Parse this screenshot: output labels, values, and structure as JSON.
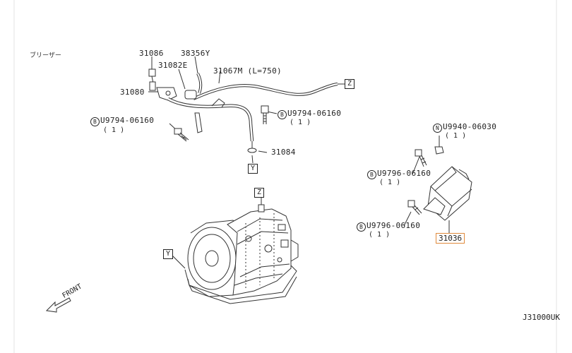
{
  "diagram": {
    "breather_label": "ブリーザー",
    "diagram_code": "J31000UK",
    "front_label": "FRONT",
    "parts": {
      "p31086": "31086",
      "p38356Y": "38356Y",
      "p31082E": "31082E",
      "p31067M": "31067M (L=750)",
      "p31080": "31080",
      "p31084": "31084",
      "b1": {
        "prefix": "B",
        "code": "U9794-06160",
        "qty": "( 1 )"
      },
      "b2": {
        "prefix": "B",
        "code": "U9794-06160",
        "qty": "( 1 )"
      },
      "n1": {
        "prefix": "N",
        "code": "U9940-06030",
        "qty": "( 1 )"
      },
      "b3": {
        "prefix": "B",
        "code": "U9796-06160",
        "qty": "( 1 )"
      },
      "b4": {
        "prefix": "B",
        "code": "U9796-06160",
        "qty": "( 1 )"
      },
      "highlight": "31036"
    },
    "refs": {
      "z1": "Z",
      "y1": "Y",
      "z2": "Z",
      "y2": "Y"
    },
    "colors": {
      "highlight_border": "#e08a3c",
      "line": "#333333"
    }
  }
}
